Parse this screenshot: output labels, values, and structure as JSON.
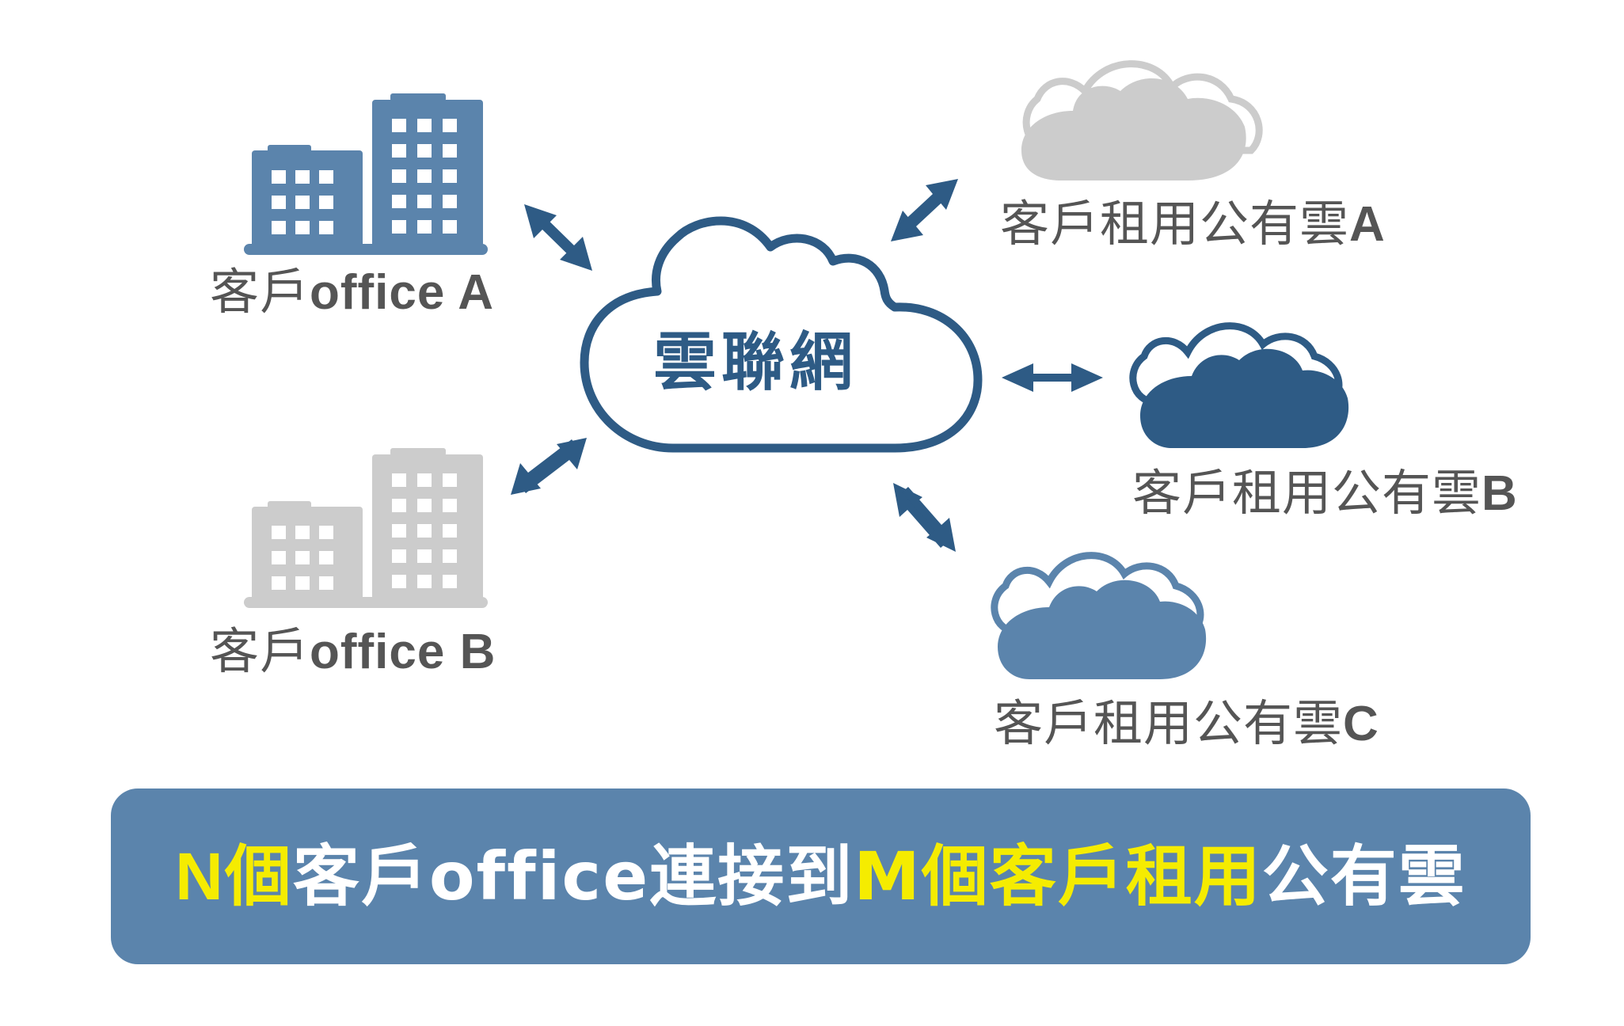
{
  "hub": {
    "label": "雲聯網"
  },
  "offices": [
    {
      "prefix": "客戶",
      "name": "office A"
    },
    {
      "prefix": "客戶",
      "name": "office B"
    }
  ],
  "clouds": [
    {
      "prefix": "客戶租用公有雲",
      "suffix": "A"
    },
    {
      "prefix": "客戶租用公有雲",
      "suffix": "B"
    },
    {
      "prefix": "客戶租用公有雲",
      "suffix": "C"
    }
  ],
  "banner": {
    "part1": "N個",
    "part2": "客戶office連接到",
    "part3": "M個客戶租用",
    "part4": "公有雲"
  },
  "colors": {
    "dark_blue": "#2e5b85",
    "mid_blue": "#5b84ac",
    "light_gray": "#cccccc",
    "label_gray": "#555555",
    "banner_white": "#ffffff",
    "banner_yellow": "#f5ec00"
  }
}
